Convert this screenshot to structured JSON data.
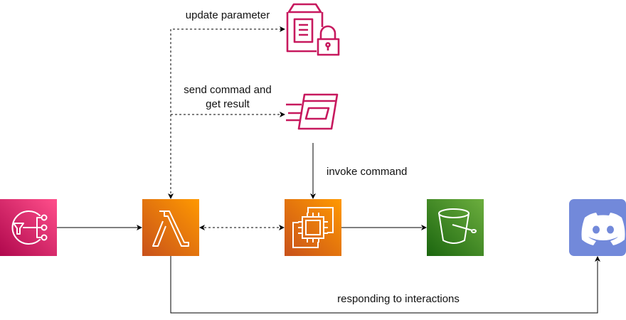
{
  "labels": {
    "update_parameter": "update parameter",
    "send_command_line1": "send commad and",
    "send_command_line2": "get result",
    "invoke_command": "invoke command",
    "responding": "responding to interactions"
  },
  "icons": {
    "sns": "sns-topic-filter-icon",
    "lambda": "lambda-icon",
    "ec2": "ec2-instance-icon",
    "s3": "s3-bucket-icon",
    "discord": "discord-icon",
    "parameter_store": "parameter-store-icon",
    "ssm_run_command": "systems-manager-run-command-icon"
  },
  "colors": {
    "sns_pink": "#d6246e",
    "aws_orange": "#e7751a",
    "aws_green": "#3f8624",
    "discord_blurple": "#7289da",
    "ssm_magenta": "#c7195e"
  }
}
